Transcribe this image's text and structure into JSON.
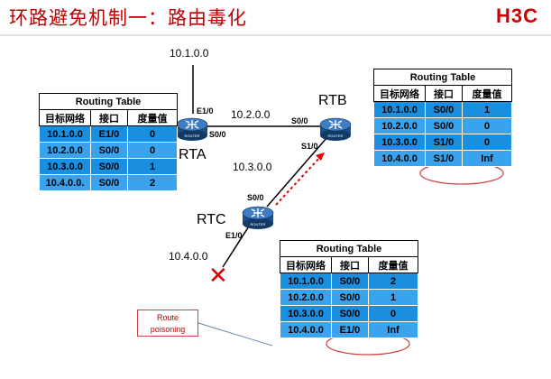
{
  "header": {
    "title": "环路避免机制一：路由毒化",
    "logo": "H3C"
  },
  "network": {
    "top_net": "10.1.0.0",
    "mid_net": "10.2.0.0",
    "rtb_rtc_net": "10.3.0.0",
    "bottom_net": "10.4.0.0",
    "rta": {
      "name": "RTA",
      "if_e1": "E1/0",
      "if_s0": "S0/0",
      "badge": "ROUTER"
    },
    "rtb": {
      "name": "RTB",
      "if_s0": "S0/0",
      "if_s1": "S1/0",
      "badge": "ROUTER"
    },
    "rtc": {
      "name": "RTC",
      "if_s0": "S0/0",
      "if_e1": "E1/0",
      "badge": "ROUTER"
    }
  },
  "callout": {
    "line1": "Route",
    "line2": "poisoning"
  },
  "colors": {
    "title": "#c00000",
    "cell_blue": "#1a8fe0",
    "poison_arrow": "#dd0000",
    "link": "#000000",
    "highlight_ellipse": "#d04040"
  },
  "tables": {
    "rta": {
      "caption": "Routing Table",
      "headers": [
        "目标网络",
        "接口",
        "度量值"
      ],
      "rows": [
        [
          "10.1.0.0",
          "E1/0",
          "0"
        ],
        [
          "10.2.0.0",
          "S0/0",
          "0"
        ],
        [
          "10.3.0.0",
          "S0/0",
          "1"
        ],
        [
          "10.4.0.0.",
          "S0/0",
          "2"
        ]
      ]
    },
    "rtb": {
      "caption": "Routing Table",
      "headers": [
        "目标网络",
        "接口",
        "度量值"
      ],
      "rows": [
        [
          "10.1.0.0",
          "S0/0",
          "1"
        ],
        [
          "10.2.0.0",
          "S0/0",
          "0"
        ],
        [
          "10.3.0.0",
          "S1/0",
          "0"
        ],
        [
          "10.4.0.0",
          "S1/0",
          "Inf"
        ]
      ]
    },
    "rtc": {
      "caption": "Routing Table",
      "headers": [
        "目标网络",
        "接口",
        "度量值"
      ],
      "rows": [
        [
          "10.1.0.0",
          "S0/0",
          "2"
        ],
        [
          "10.2.0.0",
          "S0/0",
          "1"
        ],
        [
          "10.3.0.0",
          "S0/0",
          "0"
        ],
        [
          "10.4.0.0",
          "E1/0",
          "Inf"
        ]
      ]
    }
  }
}
